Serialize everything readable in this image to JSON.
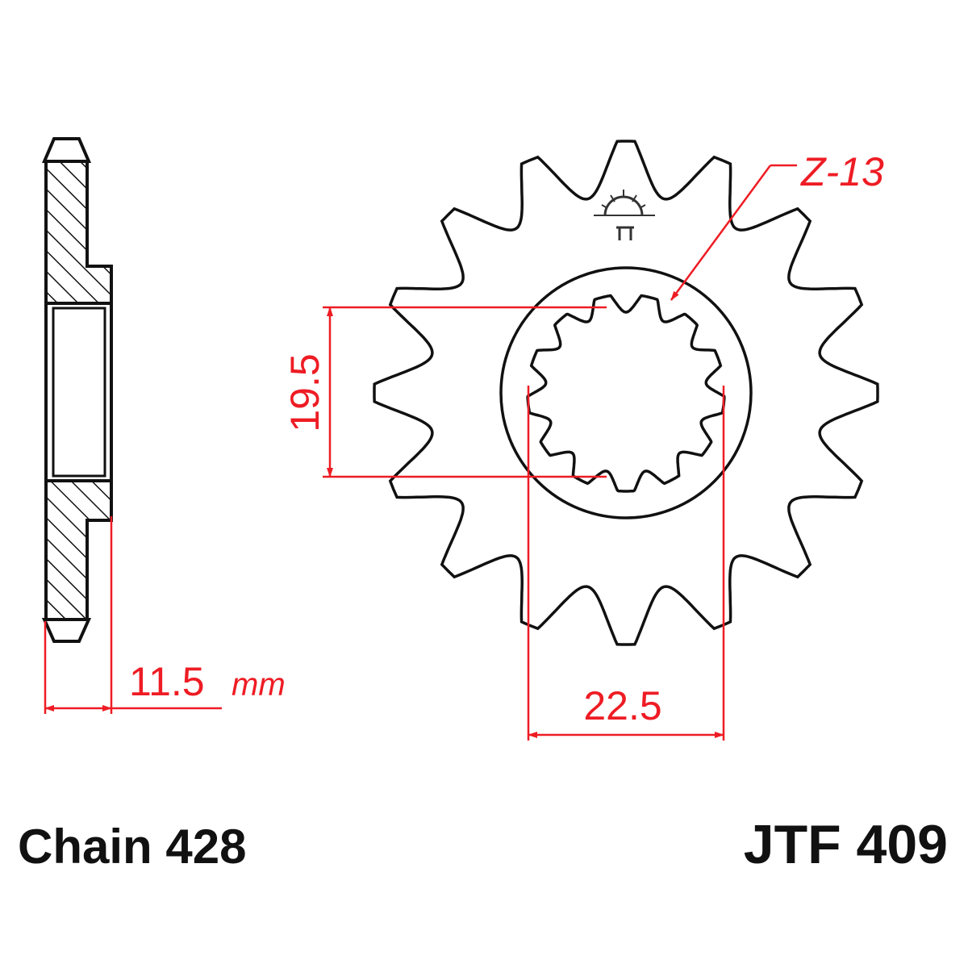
{
  "drawing": {
    "tooth_label": "Z-13",
    "dim_inner": "19.5",
    "dim_spline": "22.5",
    "dim_thickness": "11.5",
    "dim_thickness_unit": "mm",
    "chain": "Chain 428",
    "part_number": "JTF 409",
    "logo": "JT sun logo"
  },
  "colors": {
    "line": "#111111",
    "dimension": "#ee1c24"
  }
}
